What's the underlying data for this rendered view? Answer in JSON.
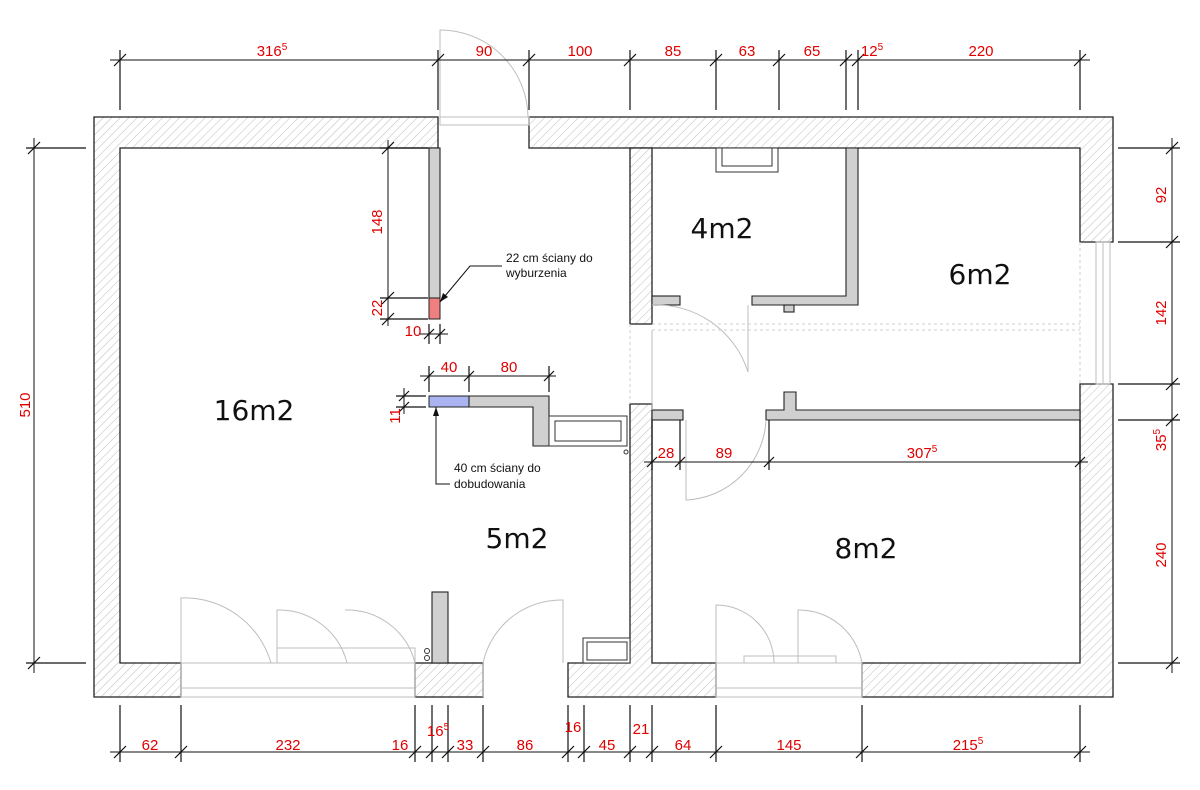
{
  "top_dimensions": [
    {
      "value": "316",
      "sup": "5"
    },
    {
      "value": "90",
      "sup": ""
    },
    {
      "value": "100",
      "sup": ""
    },
    {
      "value": "85",
      "sup": ""
    },
    {
      "value": "63",
      "sup": ""
    },
    {
      "value": "65",
      "sup": ""
    },
    {
      "value": "12",
      "sup": "5"
    },
    {
      "value": "220",
      "sup": ""
    }
  ],
  "bottom_dimensions": [
    {
      "value": "62",
      "sup": ""
    },
    {
      "value": "232",
      "sup": ""
    },
    {
      "value": "16",
      "sup": ""
    },
    {
      "value": "16",
      "sup": "5"
    },
    {
      "value": "33",
      "sup": ""
    },
    {
      "value": "86",
      "sup": ""
    },
    {
      "value": "16",
      "sup": ""
    },
    {
      "value": "45",
      "sup": ""
    },
    {
      "value": "21",
      "sup": ""
    },
    {
      "value": "64",
      "sup": ""
    },
    {
      "value": "145",
      "sup": ""
    },
    {
      "value": "215",
      "sup": "5"
    }
  ],
  "left_dimension": {
    "value": "510",
    "sup": ""
  },
  "right_dimensions": [
    {
      "value": "92",
      "sup": ""
    },
    {
      "value": "142",
      "sup": ""
    },
    {
      "value": "35",
      "sup": "5"
    },
    {
      "value": "240",
      "sup": ""
    }
  ],
  "inner_dimensions": {
    "wall_148": "148",
    "wall_22": "22",
    "wall_10": "10",
    "seg_40": "40",
    "seg_80": "80",
    "seg_11": "11",
    "seg_28": "28",
    "seg_89": "89",
    "seg_307": {
      "value": "307",
      "sup": "5"
    }
  },
  "rooms": [
    {
      "label": "16m2"
    },
    {
      "label": "4m2"
    },
    {
      "label": "6m2"
    },
    {
      "label": "5m2"
    },
    {
      "label": "8m2"
    }
  ],
  "notes": {
    "demolish_line1": "22 cm ściany do",
    "demolish_line2": "wyburzenia",
    "build_line1": "40 cm ściany do",
    "build_line2": "dobudowania"
  },
  "colors": {
    "dimension_text": "#e00000",
    "wall_to_demolish": "#f08080",
    "wall_to_build": "#aab4f0",
    "inner_wall": "#d0d0d0"
  }
}
